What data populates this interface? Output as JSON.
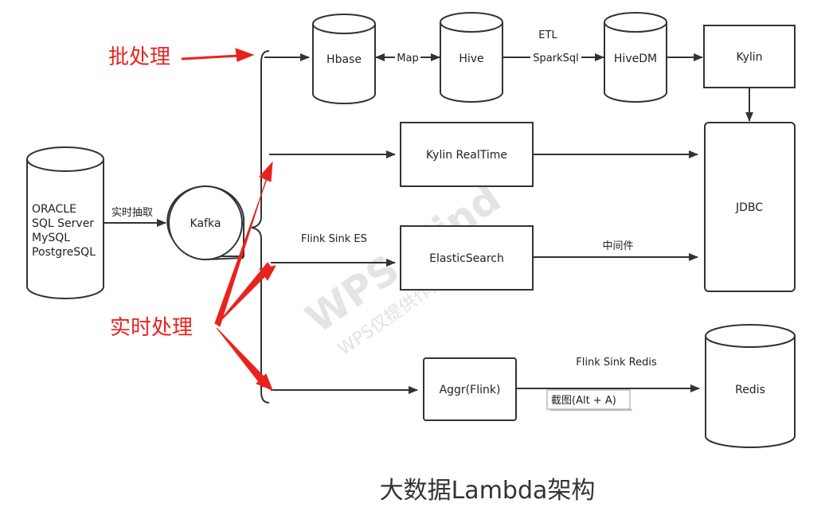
{
  "nodes": {
    "oracle": [
      "ORACLE",
      "SQL Server",
      "MySQL",
      "PostgreSQL"
    ],
    "kafka": "Kafka",
    "hbase": "Hbase",
    "hive": "Hive",
    "hivedm": "HiveDM",
    "kylin": "Kylin",
    "kylin_rt": "Kylin RealTime",
    "jdbc": "JDBC",
    "es": "ElasticSearch",
    "aggr": "Aggr(Flink)",
    "redis": "Redis"
  },
  "edges": {
    "extract": "实时抽取",
    "map": "Map",
    "etl": "ETL",
    "sparksql": "SparkSql",
    "flink_es": "Flink Sink ES",
    "middleware": "中间件",
    "flink_redis": "Flink Sink Redis"
  },
  "annotations": {
    "batch": "批处理",
    "realtime": "实时处理"
  },
  "tooltip": "截图(Alt + A)",
  "watermark": {
    "big": "WPS Mind",
    "small": "WPS仅提供作图能力"
  },
  "title": "大数据Lambda架构",
  "colors": {
    "annotation": "#e8231f",
    "stroke": "#333333"
  }
}
